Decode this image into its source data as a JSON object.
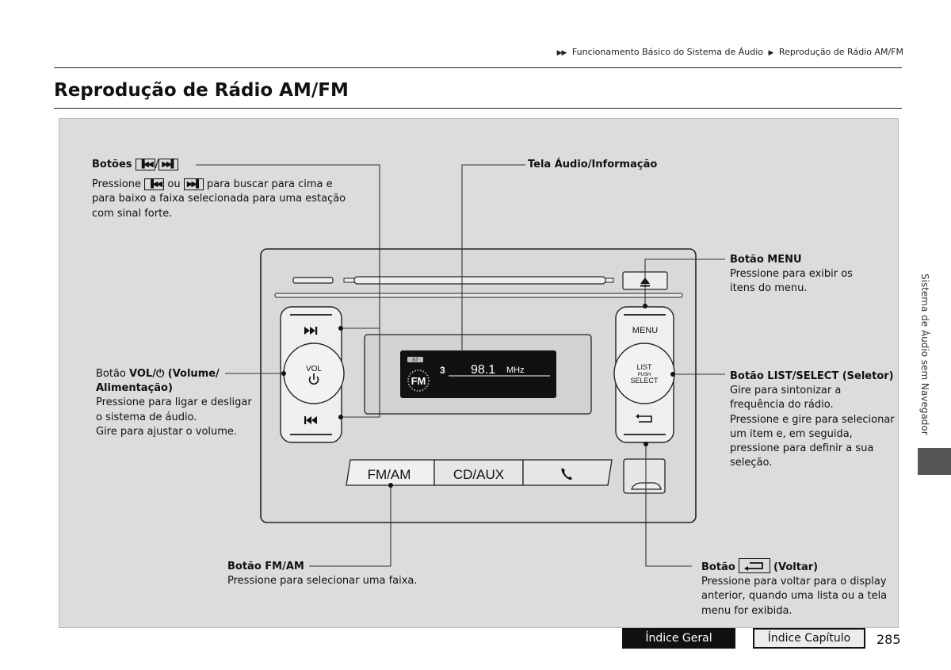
{
  "breadcrumb": {
    "arrows": "▶▶",
    "section": "Funcionamento Básico do Sistema de Áudio",
    "separator": "▶",
    "page": "Reprodução de Rádio AM/FM"
  },
  "page_title": "Reprodução de Rádio AM/FM",
  "side_tab": {
    "label": "Sistema de Áudio sem Navegador"
  },
  "annotations": {
    "seek": {
      "title": "Botões",
      "slash": "/",
      "desc_press": "Pressione",
      "desc_or": "ou",
      "desc_line1_end": "para buscar para cima e",
      "desc_line2": "para baixo a faixa selecionada para uma estação",
      "desc_line3": "com sinal forte."
    },
    "screen": {
      "title": "Tela Áudio/Informação"
    },
    "menu": {
      "title": "Botão MENU",
      "desc_line1": "Pressione para exibir os",
      "desc_line2": "itens do menu."
    },
    "vol": {
      "title_prefix": "Botão",
      "title_bold": "VOL/⏻ (Volume/",
      "title_line2": "Alimentação)",
      "desc_line1": "Pressione para ligar e desligar",
      "desc_line2": "o sistema de áudio.",
      "desc_line3": "Gire para ajustar o volume."
    },
    "list": {
      "title": "Botão LIST/SELECT (Seletor)",
      "desc_line1": "Gire para sintonizar a",
      "desc_line2": "frequência do rádio.",
      "desc_line3": "Pressione e gire para selecionar",
      "desc_line4": "um item e, em seguida,",
      "desc_line5": "pressione para definir a sua",
      "desc_line6": "seleção."
    },
    "fmam": {
      "title": "Botão FM/AM",
      "desc_line1": "Pressione para selecionar uma faixa."
    },
    "back": {
      "title": "Botão",
      "title_suffix": "(Voltar)",
      "desc_line1": "Pressione para voltar para o display",
      "desc_line2": "anterior, quando uma lista ou a tela",
      "desc_line3": "menu for exibida."
    }
  },
  "radio": {
    "vol_label": "VOL",
    "menu_label": "MENU",
    "list_label": "LIST",
    "push_label": "PUSH",
    "select_label": "SELECT",
    "fm_am_label": "FM/AM",
    "cd_aux_label": "CD/AUX",
    "display": {
      "st": "ST",
      "preset": "3",
      "frequency": "98.1",
      "unit": "MHz",
      "band": "FM"
    }
  },
  "icons": {
    "skip_forward": "skip-forward-icon",
    "skip_back": "skip-back-icon",
    "eject": "eject-icon",
    "power": "power-icon",
    "back": "back-arrow-icon",
    "phone": "phone-icon"
  },
  "footer": {
    "index_general": "Índice Geral",
    "index_chapter": "Índice Capítulo",
    "page_number": "285"
  }
}
